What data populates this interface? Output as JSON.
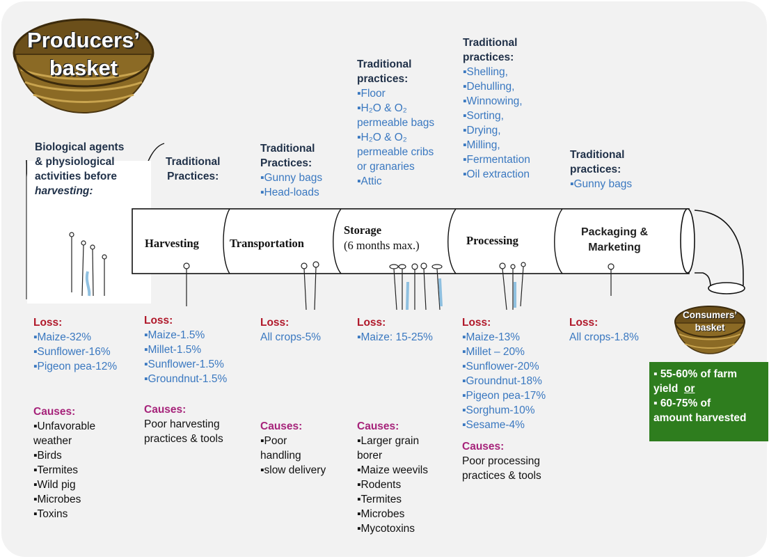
{
  "producers_basket": {
    "line1": "Producers’",
    "line2": "basket"
  },
  "consumers_basket": {
    "label1": "Consumers’",
    "label2": "basket",
    "summary": [
      {
        "bullet": "▪",
        "text": "55-60% of farm",
        "text2": "yield",
        "conj": "or"
      },
      {
        "bullet": "▪",
        "text": "60-75% of",
        "text2": "amount harvested"
      }
    ]
  },
  "pre_harvest": {
    "heading": [
      "Biological agents",
      "& physiological",
      "activities before",
      "harvesting:"
    ],
    "loss_label": "Loss:",
    "losses": [
      "▪Maize-32%",
      "▪Sunflower-16%",
      "▪Pigeon pea-12%"
    ],
    "causes_label": "Causes:",
    "causes": [
      "▪Unfavorable",
      "weather",
      "▪Birds",
      "▪Termites",
      "▪Wild pig",
      "▪Microbes",
      "▪Toxins"
    ]
  },
  "harvesting": {
    "stage": "Harvesting",
    "practices_heading": [
      "Traditional",
      "Practices:"
    ],
    "loss_label": "Loss:",
    "losses": [
      "▪Maize-1.5%",
      "▪Millet-1.5%",
      "▪Sunflower-1.5%",
      "▪Groundnut-1.5%"
    ],
    "causes_label": "Causes:",
    "causes": [
      "Poor harvesting",
      "practices & tools"
    ]
  },
  "transportation": {
    "stage": "Transportation",
    "practices_heading": [
      "Traditional",
      "Practices:"
    ],
    "practices": [
      "▪Gunny bags",
      "▪Head-loads"
    ],
    "loss_label": "Loss:",
    "losses": [
      "All crops-5%"
    ],
    "causes_label": "Causes:",
    "causes": [
      "▪Poor",
      "handling",
      "▪slow delivery"
    ]
  },
  "storage": {
    "stage": "Storage",
    "stage_note": "(6 months max.)",
    "practices_heading": [
      "Traditional",
      "practices:"
    ],
    "practices": [
      "▪Floor",
      "▪H₂O & O₂",
      "permeable bags",
      "▪H₂O & O₂",
      "permeable cribs",
      "or granaries",
      "▪Attic"
    ],
    "loss_label": "Loss:",
    "losses": [
      "▪Maize: 15-25%"
    ],
    "causes_label": "Causes:",
    "causes": [
      "▪Larger grain",
      "borer",
      "▪Maize weevils",
      "▪Rodents",
      "▪Termites",
      "▪Microbes",
      "▪Mycotoxins"
    ]
  },
  "processing": {
    "stage": "Processing",
    "practices_heading": [
      "Traditional",
      "practices:"
    ],
    "practices": [
      "▪Shelling,",
      "▪Dehulling,",
      "▪Winnowing,",
      "▪Sorting,",
      "▪Drying,",
      "▪Milling,",
      "▪Fermentation",
      "▪Oil extraction"
    ],
    "loss_label": "Loss:",
    "losses": [
      "▪Maize-13%",
      "▪Millet – 20%",
      "▪Sunflower-20%",
      "▪Groundnut-18%",
      "▪Pigeon pea-17%",
      "▪Sorghum-10%",
      "▪Sesame-4%"
    ],
    "causes_label": "Causes:",
    "causes": [
      "Poor processing",
      "practices & tools"
    ]
  },
  "packaging": {
    "stage": [
      "Packaging &",
      "Marketing"
    ],
    "practices_heading": [
      "Traditional",
      "practices:"
    ],
    "practices": [
      "▪Gunny bags"
    ],
    "loss_label": "Loss:",
    "losses": [
      "All crops-1.8%"
    ]
  },
  "colors": {
    "heading": "#1f3048",
    "practice": "#3a78c0",
    "loss": "#b0182a",
    "cause": "#a6237a",
    "consumer_box": "#2e7d1e",
    "basket": "#7a5a1c"
  }
}
